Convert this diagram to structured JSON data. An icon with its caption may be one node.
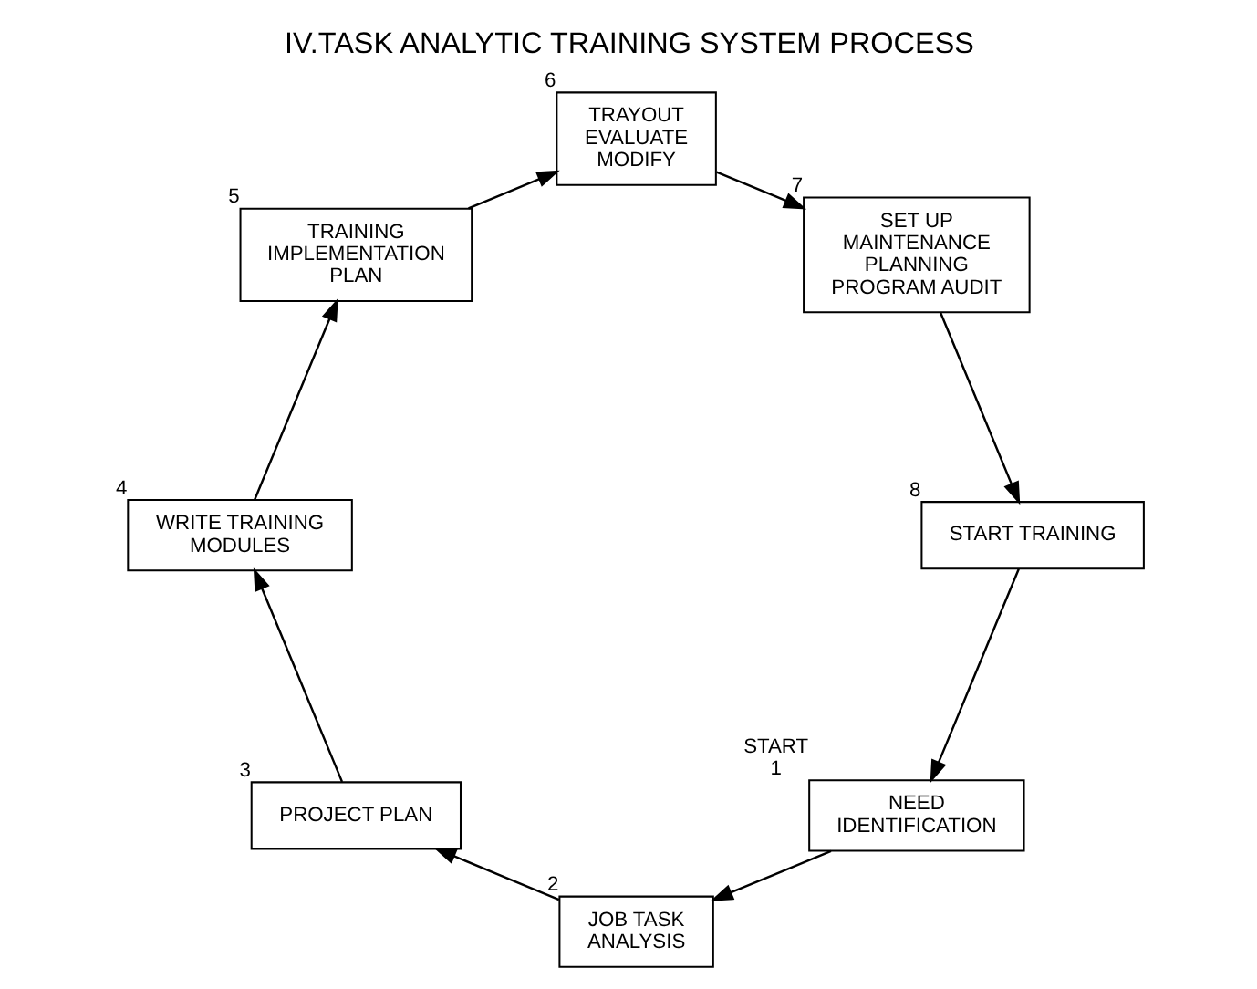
{
  "diagram": {
    "title": "IV.TASK ANALYTIC TRAINING SYSTEM PROCESS",
    "nodes": [
      {
        "text": [
          "NEED IDENTIFICATION"
        ],
        "beside": [
          "START",
          "1"
        ]
      },
      {
        "text": [
          "JOB TASK ANALYSIS"
        ],
        "beside": [
          "2"
        ]
      },
      {
        "text": [
          "PROJECT PLAN"
        ],
        "beside": [
          "3"
        ]
      },
      {
        "text": [
          "WRITE TRAINING MODULES"
        ],
        "beside": [
          "4"
        ]
      },
      {
        "text": [
          "TRAINING IMPLEMENTATION PLAN"
        ],
        "beside": [
          "5"
        ]
      },
      {
        "text": [
          "TRAYOUT EVALUATE MODIFY"
        ],
        "beside": [
          "6"
        ]
      },
      {
        "text": [
          "SET UP MAINTENANCE PLANNING PROGRAM AUDIT"
        ],
        "beside": [
          "7"
        ]
      },
      {
        "text": [
          "START TRAINING"
        ],
        "beside": [
          "8"
        ]
      }
    ],
    "edges": [
      {
        "from": 0,
        "to": 1,
        "arrow": "to"
      },
      {
        "from": 1,
        "to": 2,
        "arrow": "to"
      },
      {
        "from": 2,
        "to": 3,
        "arrow": "to"
      },
      {
        "from": 3,
        "to": 4,
        "arrow": "to"
      },
      {
        "from": 4,
        "to": 5,
        "arrow": "to"
      },
      {
        "from": 5,
        "to": 6,
        "arrow": "to"
      },
      {
        "from": 6,
        "to": 7,
        "arrow": "to"
      },
      {
        "from": 7,
        "to": 0,
        "arrow": "to"
      }
    ]
  }
}
